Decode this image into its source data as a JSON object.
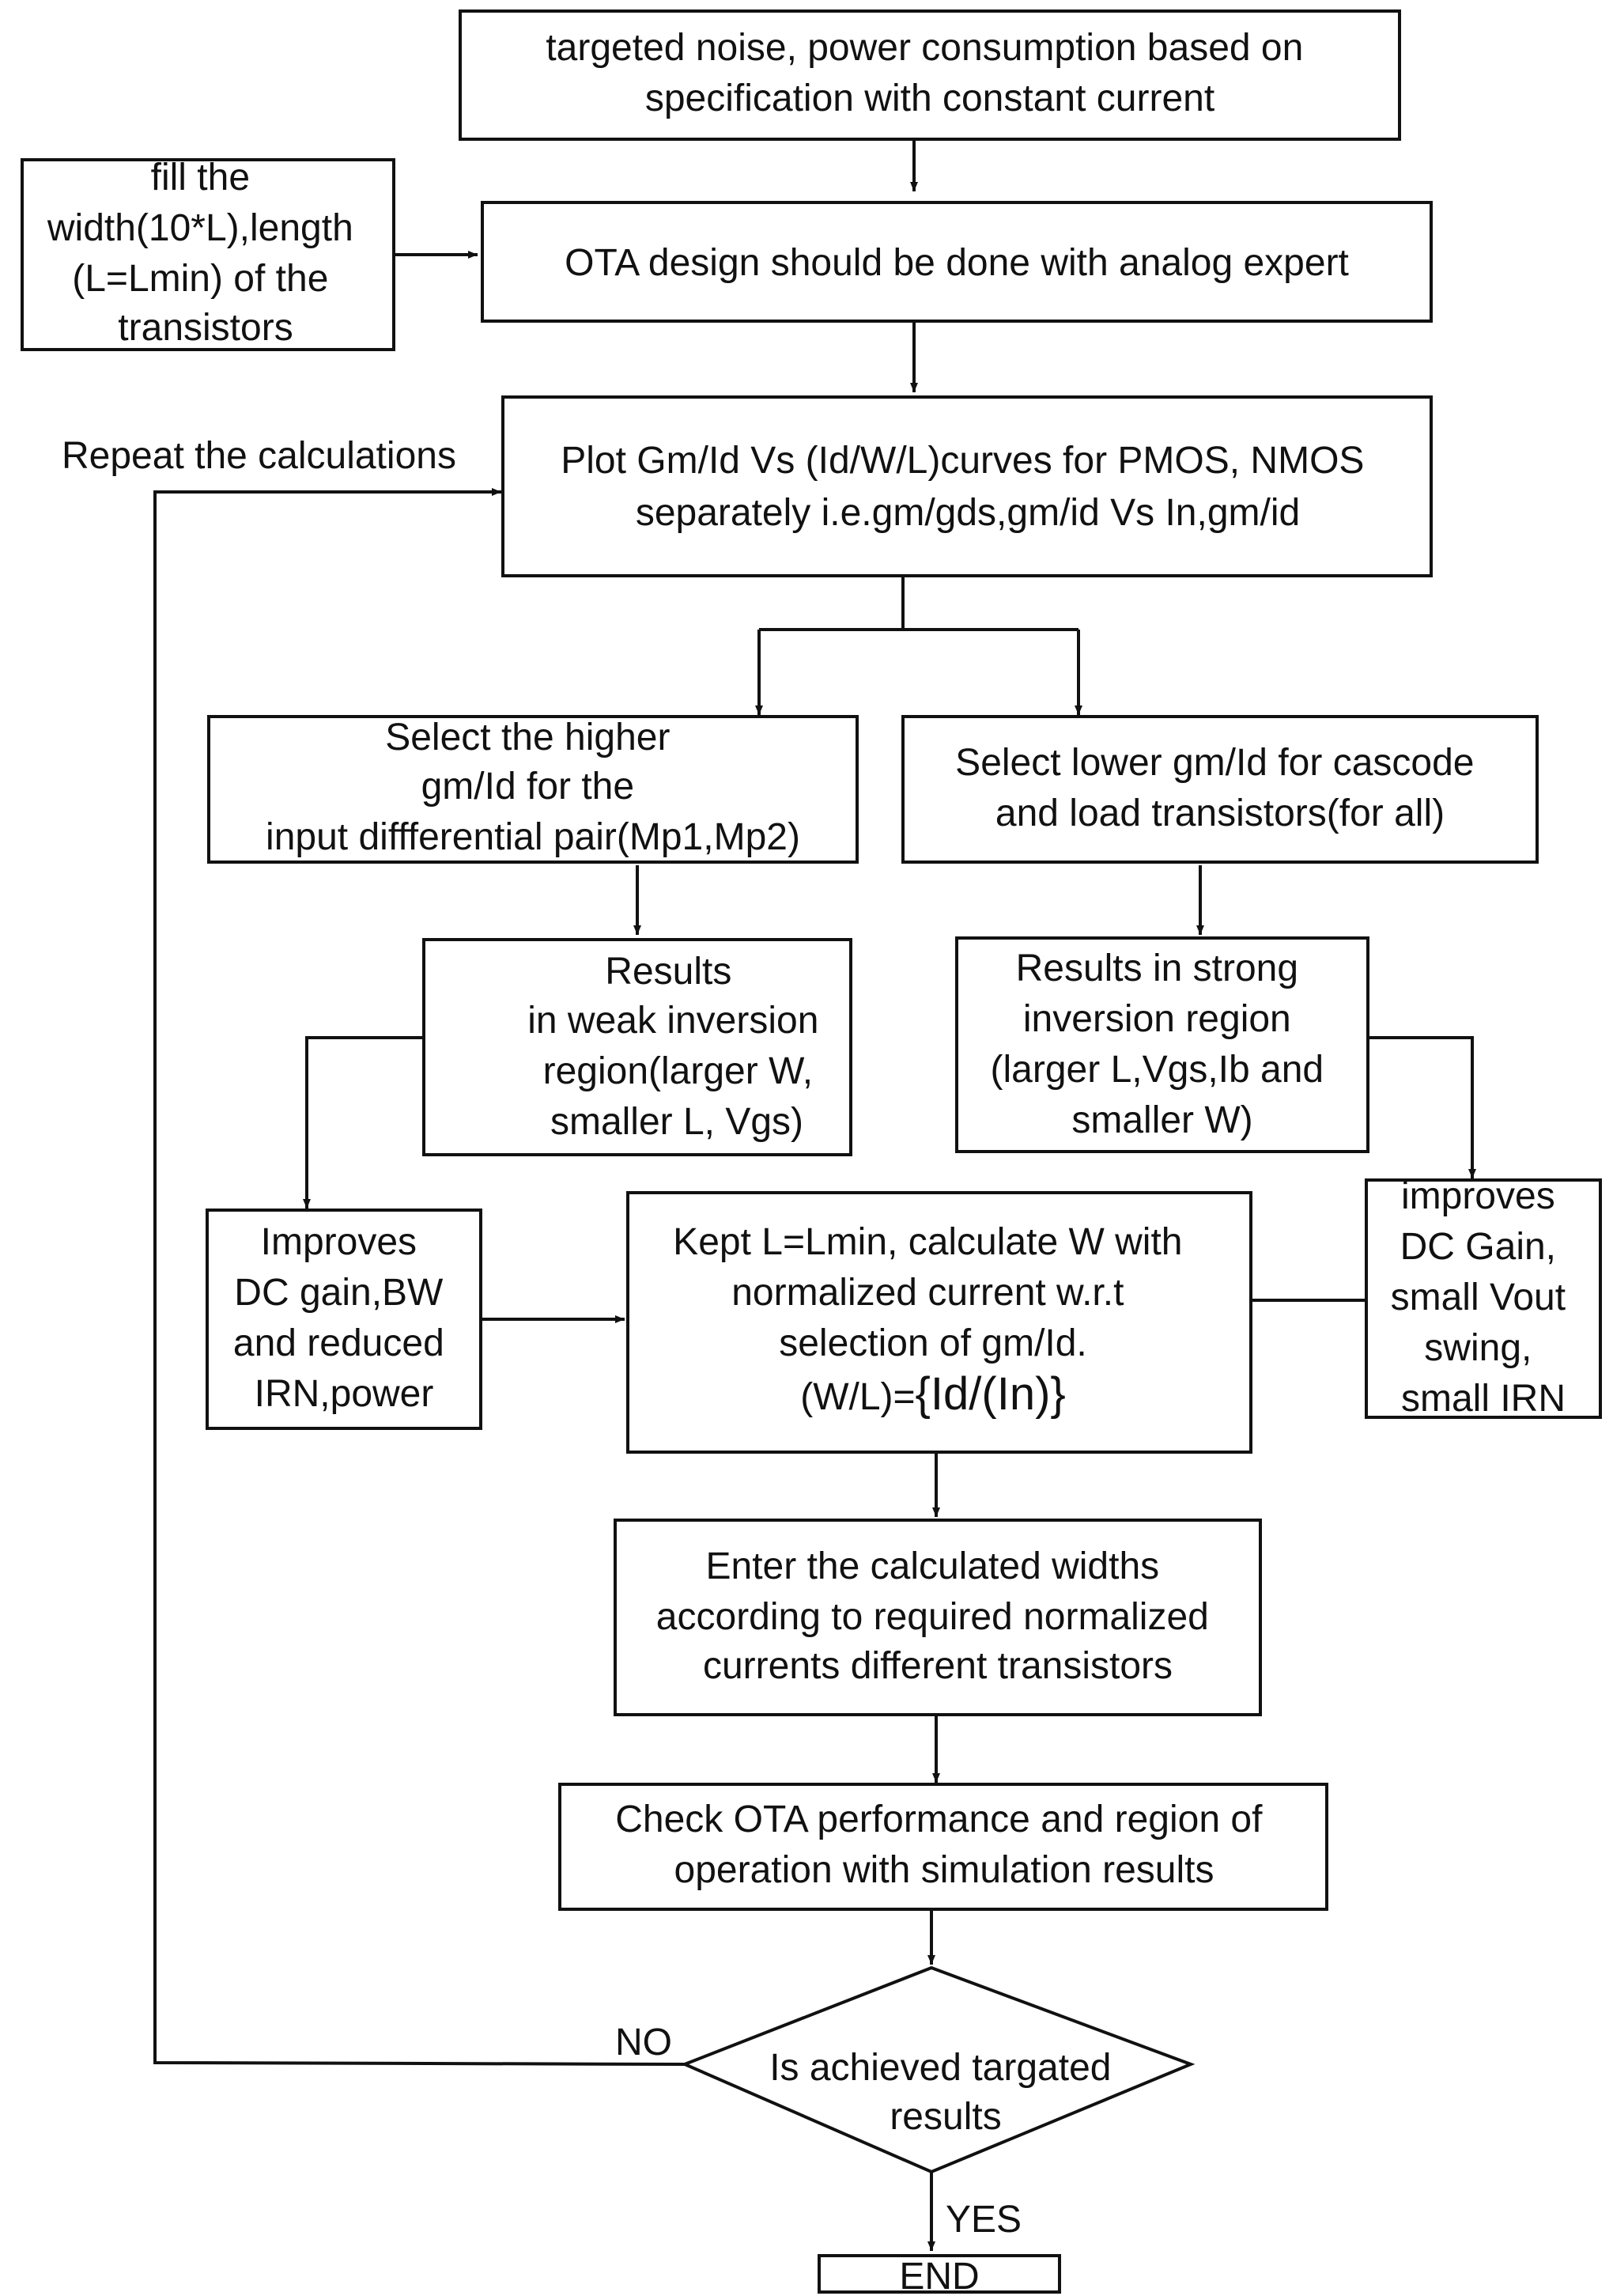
{
  "flowchart": {
    "nodes": {
      "start_spec": {
        "shape": "process",
        "lines": [
          "targeted noise, power consumption based on",
          "specification with constant current"
        ]
      },
      "fill_dims": {
        "shape": "process",
        "lines": [
          "fill the",
          "width(10*L),length",
          "(L=Lmin) of the",
          "transistors"
        ]
      },
      "ota_design": {
        "shape": "process",
        "lines": [
          "OTA design should be done with analog expert"
        ]
      },
      "plot_curves": {
        "shape": "process",
        "lines": [
          "Plot Gm/Id Vs (Id/W/L)curves for PMOS, NMOS",
          "separately i.e.gm/gds,gm/id Vs In,gm/id"
        ]
      },
      "select_higher": {
        "shape": "process",
        "lines": [
          "Select the higher",
          "gm/Id for the",
          "input diffferential pair(Mp1,Mp2)"
        ]
      },
      "select_lower": {
        "shape": "process",
        "lines": [
          "Select lower gm/Id for cascode",
          "and load transistors(for all)"
        ]
      },
      "weak_inversion": {
        "shape": "process",
        "lines": [
          "Results",
          "in weak inversion",
          "region(larger W,",
          "smaller L, Vgs)"
        ]
      },
      "strong_inversion": {
        "shape": "process",
        "lines": [
          "Results in strong",
          "inversion region",
          "(larger L,Vgs,Ib and",
          "smaller W)"
        ]
      },
      "improves_left": {
        "shape": "process",
        "lines": [
          "Improves",
          "DC gain,BW",
          "and reduced",
          "IRN,power"
        ]
      },
      "calc_w": {
        "shape": "process",
        "lines": [
          "Kept L=Lmin, calculate W with",
          "normalized current w.r.t",
          "selection of gm/Id."
        ],
        "formula_prefix": "(W/L)=",
        "formula_main": "{Id/(In)}"
      },
      "improves_right": {
        "shape": "process",
        "lines": [
          "improves",
          "DC Gain,",
          "small Vout",
          "swing,",
          "small IRN"
        ]
      },
      "enter_widths": {
        "shape": "process",
        "lines": [
          "Enter  the calculated widths",
          "according to required normalized",
          "currents  different transistors"
        ]
      },
      "check_ota": {
        "shape": "process",
        "lines": [
          "Check OTA performance and region of",
          "operation with simulation results"
        ]
      },
      "decision": {
        "shape": "decision",
        "lines": [
          "Is achieved  targated",
          "results"
        ]
      },
      "end": {
        "shape": "terminal",
        "lines": [
          "END"
        ]
      }
    },
    "edges": [
      {
        "from": "start_spec",
        "to": "ota_design",
        "label": ""
      },
      {
        "from": "fill_dims",
        "to": "ota_design",
        "label": ""
      },
      {
        "from": "ota_design",
        "to": "plot_curves",
        "label": ""
      },
      {
        "from": "plot_curves",
        "to": "select_higher",
        "label": ""
      },
      {
        "from": "plot_curves",
        "to": "select_lower",
        "label": ""
      },
      {
        "from": "select_higher",
        "to": "weak_inversion",
        "label": ""
      },
      {
        "from": "select_lower",
        "to": "strong_inversion",
        "label": ""
      },
      {
        "from": "weak_inversion",
        "to": "improves_left",
        "label": ""
      },
      {
        "from": "strong_inversion",
        "to": "improves_right",
        "label": ""
      },
      {
        "from": "improves_left",
        "to": "calc_w",
        "label": ""
      },
      {
        "from": "improves_right",
        "to": "calc_w",
        "label": ""
      },
      {
        "from": "calc_w",
        "to": "enter_widths",
        "label": ""
      },
      {
        "from": "enter_widths",
        "to": "check_ota",
        "label": ""
      },
      {
        "from": "check_ota",
        "to": "decision",
        "label": ""
      },
      {
        "from": "decision",
        "to": "plot_curves",
        "label": "NO"
      },
      {
        "from": "decision",
        "to": "end",
        "label": "YES"
      }
    ],
    "annotations": {
      "repeat": "Repeat the calculations",
      "no": "NO",
      "yes": "YES"
    }
  }
}
